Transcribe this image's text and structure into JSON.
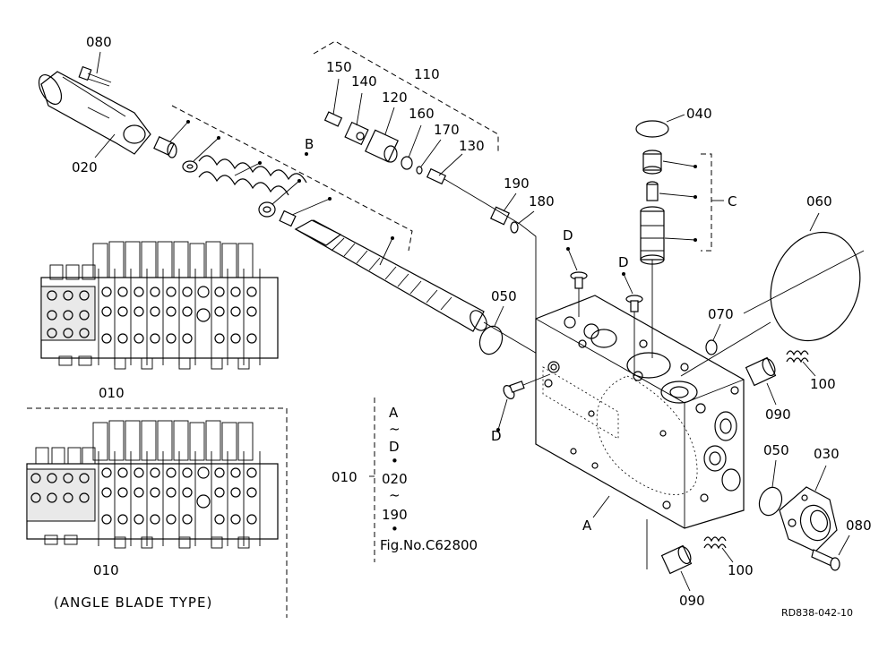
{
  "labels": {
    "p080a": "080",
    "p020": "020",
    "p150": "150",
    "p140": "140",
    "p110": "110",
    "p120": "120",
    "p160": "160",
    "p170": "170",
    "p130": "130",
    "pB": "B",
    "p190": "190",
    "p180": "180",
    "p040": "040",
    "pC": "C",
    "p060": "060",
    "pD1": "D",
    "pD2": "D",
    "pD3": "D",
    "p050a": "050",
    "p070": "070",
    "p100a": "100",
    "p090a": "090",
    "p050b": "050",
    "p030": "030",
    "p080b": "080",
    "p100b": "100",
    "p090b": "090",
    "pA": "A",
    "p010a": "010",
    "p010b": "010"
  },
  "caption": "(ANGLE BLADE TYPE)",
  "legend": {
    "ref": "010",
    "line1": "A",
    "tilde1": "~",
    "line2": "D",
    "bullet1": "•",
    "line3": "020",
    "tilde2": "~",
    "line4": "190",
    "bullet2": "•",
    "line5": "Fig.No.C62800"
  },
  "drawing_code": "RD838-042-10"
}
